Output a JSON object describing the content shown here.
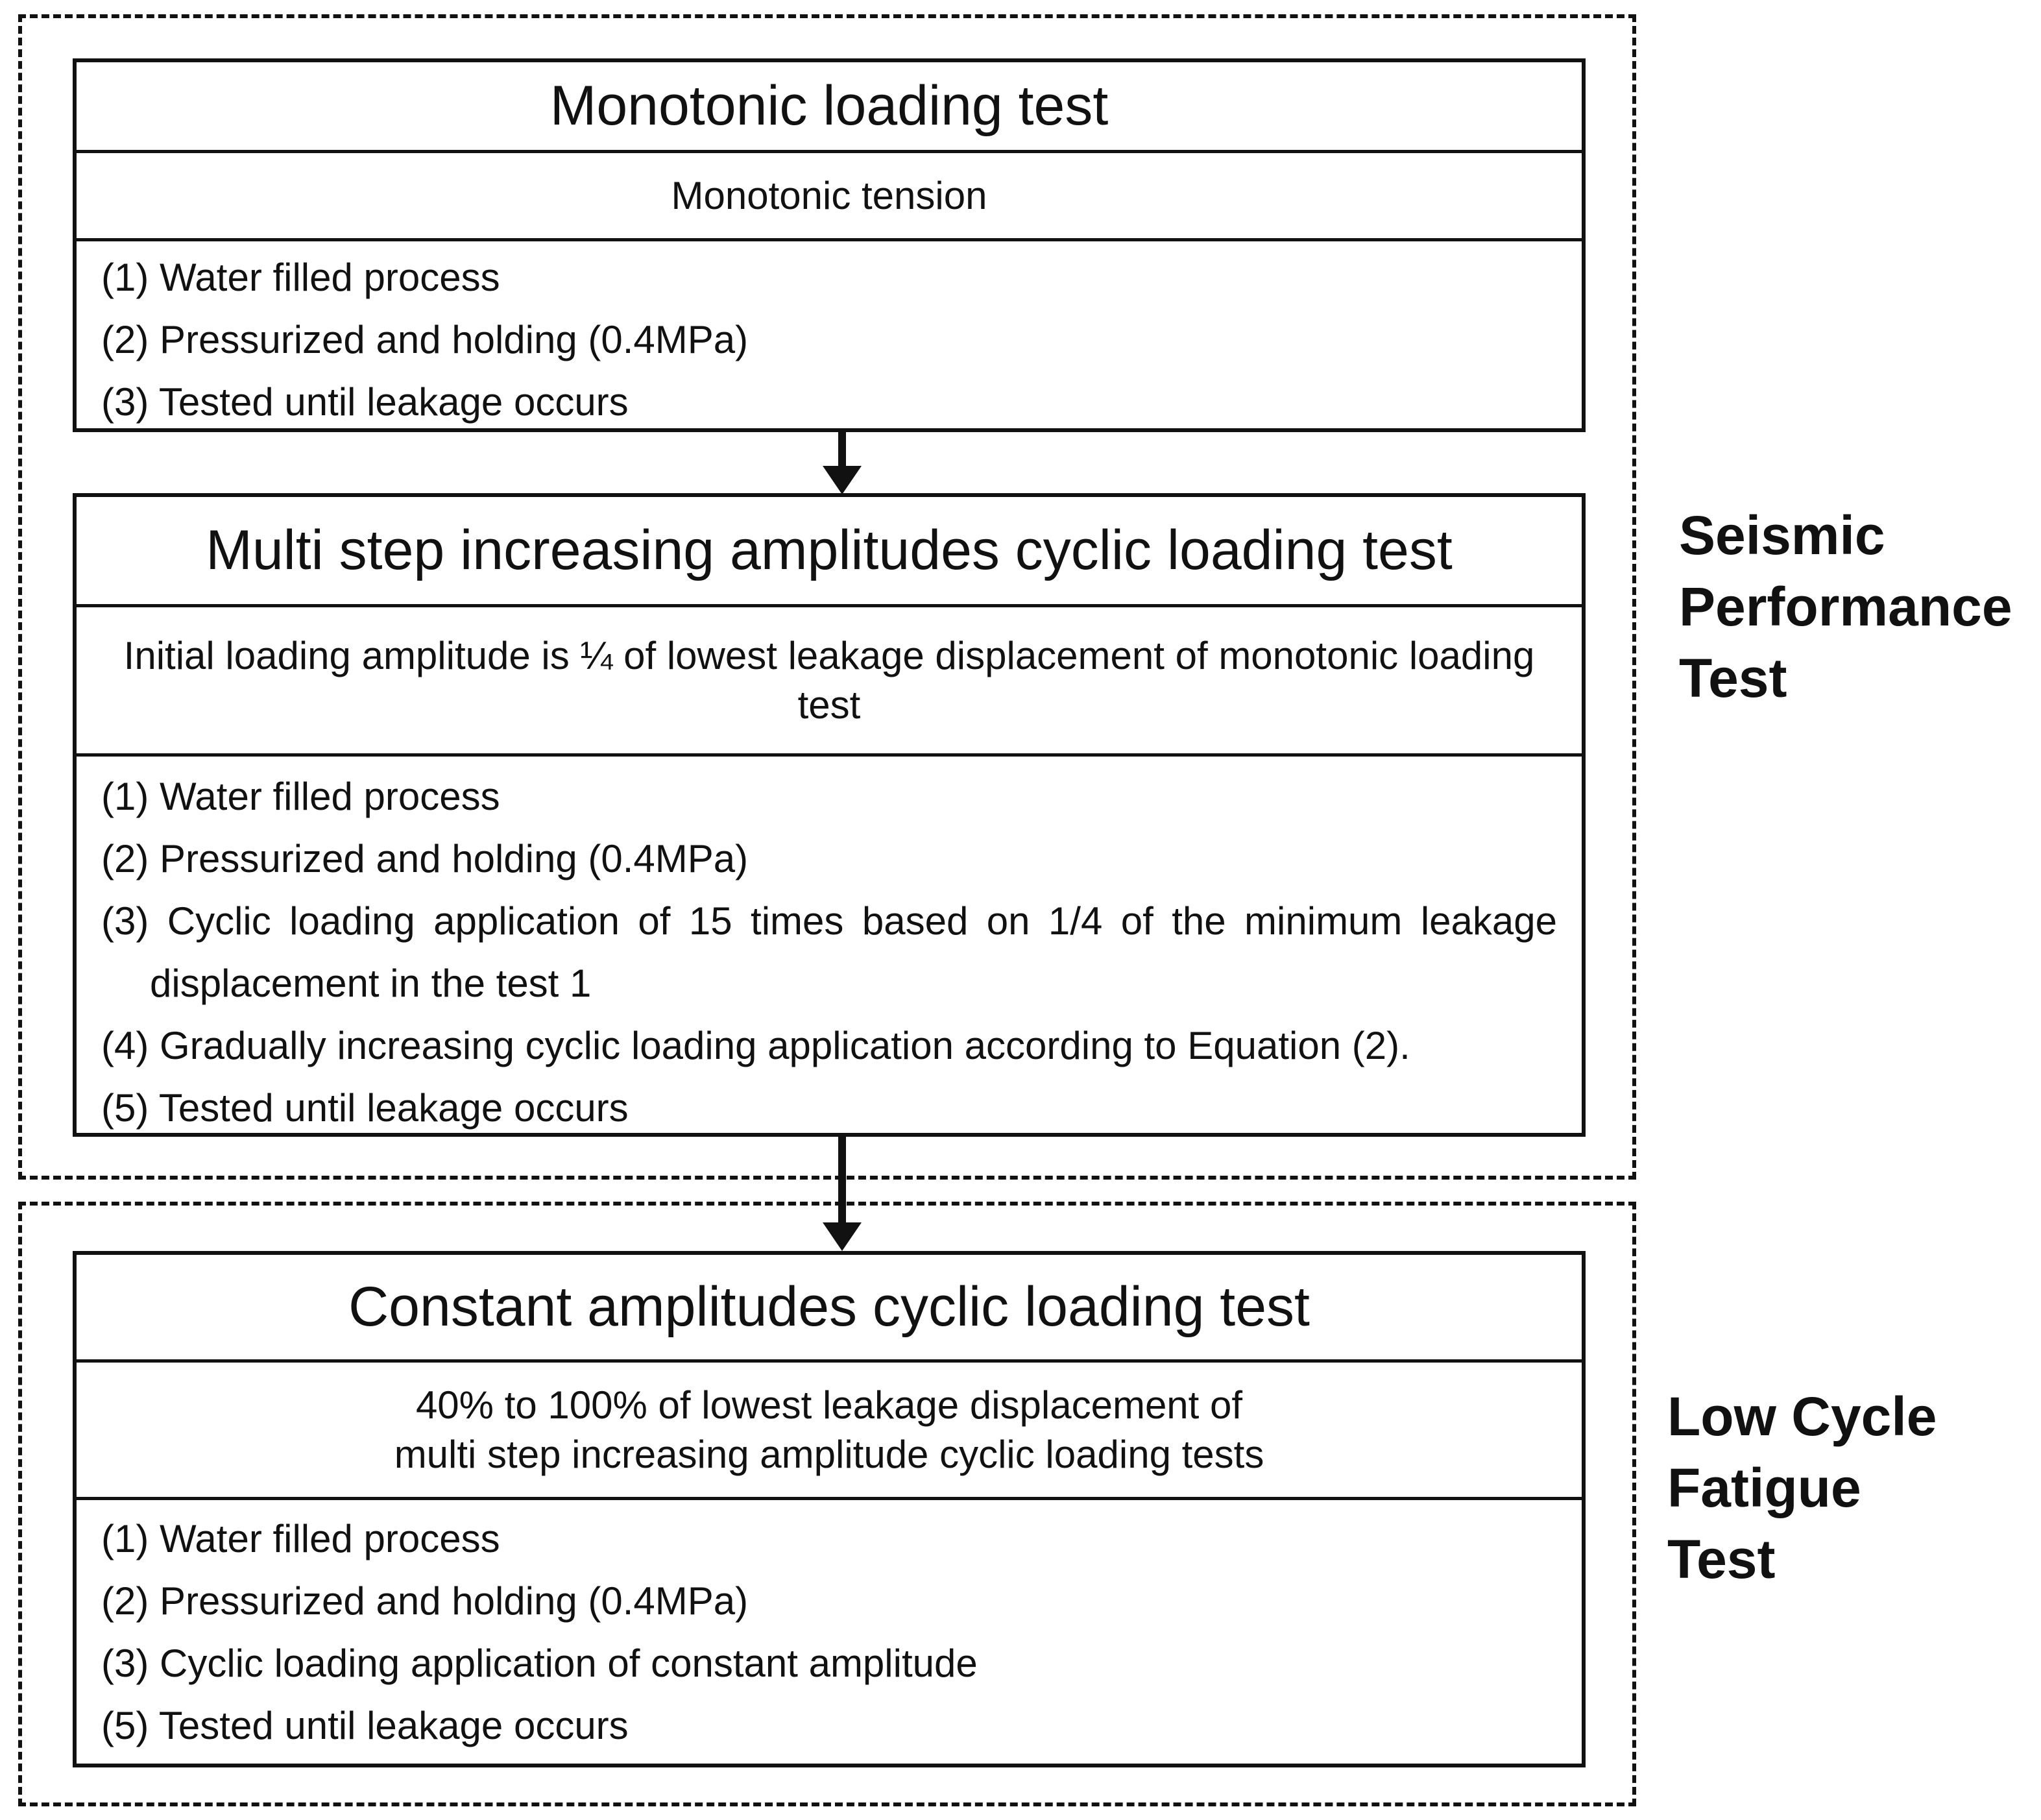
{
  "seismic_group": {
    "label_lines": [
      "Seismic",
      "Performance",
      "Test"
    ]
  },
  "fatigue_group": {
    "label_lines": [
      "Low Cycle",
      "Fatigue",
      "Test"
    ]
  },
  "boxes": [
    {
      "title": "Monotonic loading test",
      "subtitle": "Monotonic tension",
      "steps": [
        "(1) Water filled process",
        "(2) Pressurized and holding (0.4MPa)",
        "(3) Tested until leakage occurs"
      ]
    },
    {
      "title": "Multi step increasing amplitudes cyclic loading test",
      "subtitle": "Initial loading amplitude is ¼ of lowest leakage displacement of monotonic loading test",
      "steps": [
        "(1) Water filled process",
        "(2) Pressurized and holding (0.4MPa)",
        "(3) Cyclic loading application of 15 times based on 1/4 of the minimum leakage displacement in the test 1",
        "(4) Gradually increasing cyclic loading application according to Equation (2).",
        "(5) Tested until leakage occurs"
      ]
    },
    {
      "title": "Constant amplitudes cyclic loading test",
      "subtitle_lines": [
        "40% to 100% of lowest leakage displacement of",
        "multi step increasing amplitude cyclic loading tests"
      ],
      "steps": [
        "(1) Water filled process",
        "(2) Pressurized and holding (0.4MPa)",
        "(3) Cyclic loading application of constant amplitude",
        "(5) Tested until leakage occurs"
      ]
    }
  ]
}
